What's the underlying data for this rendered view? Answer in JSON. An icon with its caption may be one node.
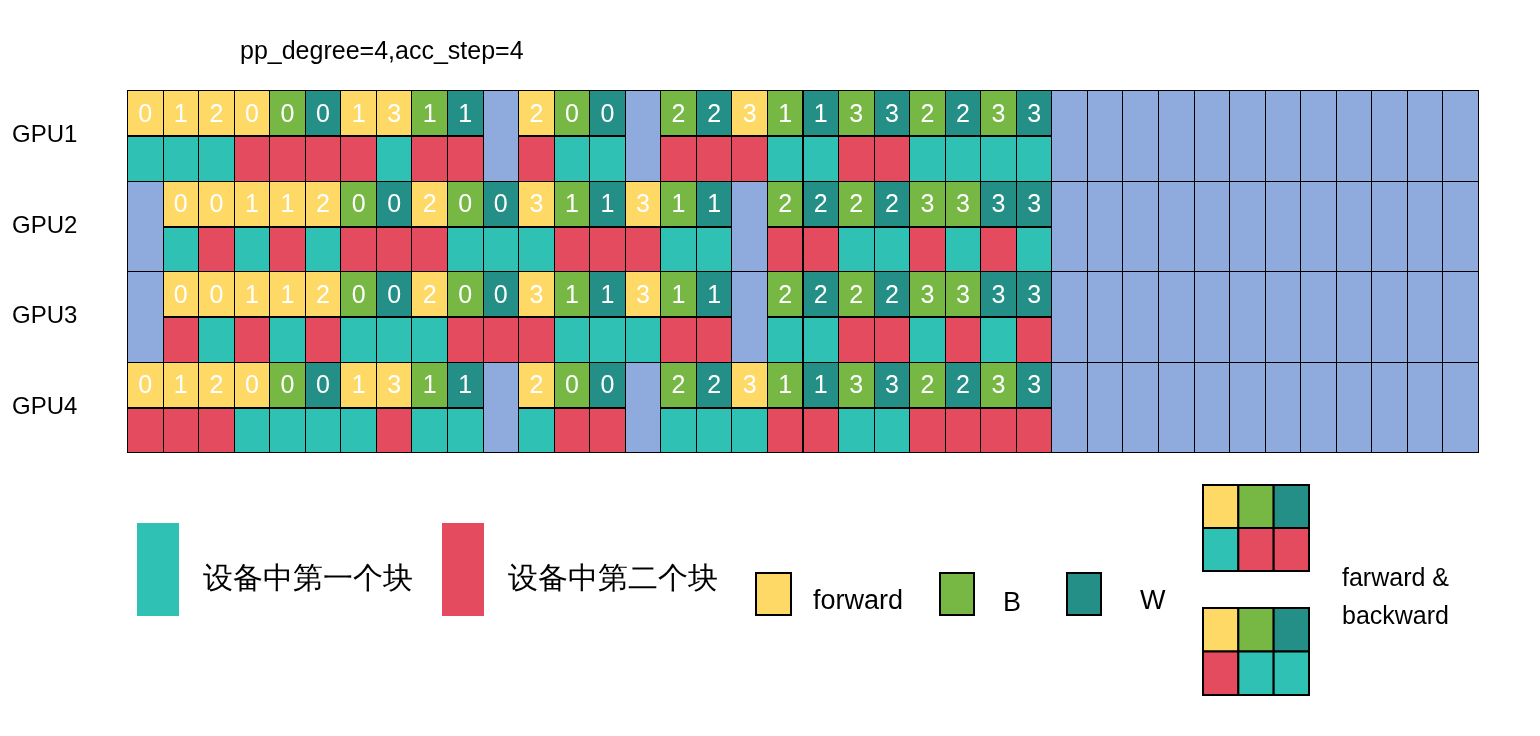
{
  "diagram": {
    "title": "pp_degree=4,acc_step=4",
    "nodes": [
      {
        "text": [
          "GPU1"
        ]
      },
      {
        "text": [
          "0"
        ],
        "in": 0
      },
      {
        "text": [
          "1"
        ],
        "in": 0
      },
      {
        "text": [
          "2"
        ],
        "in": 0
      },
      {
        "text": [
          "0"
        ],
        "in": 0
      },
      {
        "text": [
          "0"
        ],
        "in": 0
      },
      {
        "text": [
          "0"
        ],
        "in": 0
      },
      {
        "text": [
          "1"
        ],
        "in": 0
      },
      {
        "text": [
          "3"
        ],
        "in": 0
      },
      {
        "text": [
          "1"
        ],
        "in": 0
      },
      {
        "text": [
          "1"
        ],
        "in": 0
      },
      {
        "text": [],
        "shape": "box",
        "in": 0
      },
      {
        "text": [
          "2"
        ],
        "in": 0
      },
      {
        "text": [
          "0"
        ],
        "in": 0
      },
      {
        "text": [
          "0"
        ],
        "in": 0
      },
      {
        "text": [],
        "shape": "box",
        "in": 0
      },
      {
        "text": [
          "2"
        ],
        "in": 0
      },
      {
        "text": [
          "2"
        ],
        "in": 0
      },
      {
        "text": [
          "3"
        ],
        "in": 0
      },
      {
        "text": [
          "1"
        ],
        "in": 0
      },
      {
        "text": [
          "1"
        ],
        "in": 0
      },
      {
        "text": [
          "3"
        ],
        "in": 0
      },
      {
        "text": [
          "3"
        ],
        "in": 0
      },
      {
        "text": [
          "2"
        ],
        "in": 0
      },
      {
        "text": [
          "2"
        ],
        "in": 0
      },
      {
        "text": [
          "3"
        ],
        "in": 0
      },
      {
        "text": [
          "3"
        ],
        "in": 0
      },
      {
        "text": [],
        "shape": "box",
        "in": 0
      },
      {
        "text": [],
        "shape": "box",
        "in": 0
      },
      {
        "text": [],
        "shape": "box",
        "in": 0
      },
      {
        "text": [],
        "shape": "box",
        "in": 0
      },
      {
        "text": [],
        "shape": "box",
        "in": 0
      },
      {
        "text": [],
        "shape": "box",
        "in": 0
      },
      {
        "text": [],
        "shape": "box",
        "in": 0
      },
      {
        "text": [],
        "shape": "box",
        "in": 0
      },
      {
        "text": [],
        "shape": "box",
        "in": 0
      },
      {
        "text": [],
        "shape": "box",
        "in": 0
      },
      {
        "text": [],
        "shape": "box",
        "in": 0
      },
      {
        "text": [],
        "shape": "box",
        "in": 0
      },
      {
        "text": [
          "GPU2"
        ]
      },
      {
        "text": [],
        "shape": "box",
        "in": 39
      },
      {
        "text": [
          "0"
        ],
        "in": 39
      },
      {
        "text": [
          "0"
        ],
        "in": 39
      },
      {
        "text": [
          "1"
        ],
        "in": 39
      },
      {
        "text": [
          "1"
        ],
        "in": 39
      },
      {
        "text": [
          "2"
        ],
        "in": 39
      },
      {
        "text": [
          "0"
        ],
        "in": 39
      },
      {
        "text": [
          "0"
        ],
        "in": 39
      },
      {
        "text": [
          "2"
        ],
        "in": 39
      },
      {
        "text": [
          "0"
        ],
        "in": 39
      },
      {
        "text": [
          "0"
        ],
        "in": 39
      },
      {
        "text": [
          "3"
        ],
        "in": 39
      },
      {
        "text": [
          "1"
        ],
        "in": 39
      },
      {
        "text": [
          "1"
        ],
        "in": 39
      },
      {
        "text": [
          "3"
        ],
        "in": 39
      },
      {
        "text": [
          "1"
        ],
        "in": 39
      },
      {
        "text": [
          "1"
        ],
        "in": 39
      },
      {
        "text": [],
        "shape": "box",
        "in": 39
      },
      {
        "text": [
          "2"
        ],
        "in": 39
      },
      {
        "text": [
          "2"
        ],
        "in": 39
      },
      {
        "text": [
          "2"
        ],
        "in": 39
      },
      {
        "text": [
          "2"
        ],
        "in": 39
      },
      {
        "text": [
          "3"
        ],
        "in": 39
      },
      {
        "text": [
          "3"
        ],
        "in": 39
      },
      {
        "text": [
          "3"
        ],
        "in": 39
      },
      {
        "text": [
          "3"
        ],
        "in": 39
      },
      {
        "text": [],
        "shape": "box",
        "in": 39
      },
      {
        "text": [],
        "shape": "box",
        "in": 39
      },
      {
        "text": [],
        "shape": "box",
        "in": 39
      },
      {
        "text": [],
        "shape": "box",
        "in": 39
      },
      {
        "text": [],
        "shape": "box",
        "in": 39
      },
      {
        "text": [],
        "shape": "box",
        "in": 39
      },
      {
        "text": [],
        "shape": "box",
        "in": 39
      },
      {
        "text": [],
        "shape": "box",
        "in": 39
      },
      {
        "text": [],
        "shape": "box",
        "in": 39
      },
      {
        "text": [],
        "shape": "box",
        "in": 39
      },
      {
        "text": [],
        "shape": "box",
        "in": 39
      },
      {
        "text": [],
        "shape": "box",
        "in": 39
      },
      {
        "text": [
          "GPU3"
        ]
      },
      {
        "text": [],
        "shape": "box",
        "in": 78
      },
      {
        "text": [
          "0"
        ],
        "in": 78
      },
      {
        "text": [
          "0"
        ],
        "in": 78
      },
      {
        "text": [
          "1"
        ],
        "in": 78
      },
      {
        "text": [
          "1"
        ],
        "in": 78
      },
      {
        "text": [
          "2"
        ],
        "in": 78
      },
      {
        "text": [
          "0"
        ],
        "in": 78
      },
      {
        "text": [
          "0"
        ],
        "in": 78
      },
      {
        "text": [
          "2"
        ],
        "in": 78
      },
      {
        "text": [
          "0"
        ],
        "in": 78
      },
      {
        "text": [
          "0"
        ],
        "in": 78
      },
      {
        "text": [
          "3"
        ],
        "in": 78
      },
      {
        "text": [
          "1"
        ],
        "in": 78
      },
      {
        "text": [
          "1"
        ],
        "in": 78
      },
      {
        "text": [
          "3"
        ],
        "in": 78
      },
      {
        "text": [
          "1"
        ],
        "in": 78
      },
      {
        "text": [
          "1"
        ],
        "in": 78
      },
      {
        "text": [],
        "shape": "box",
        "in": 78
      },
      {
        "text": [
          "2"
        ],
        "in": 78
      },
      {
        "text": [
          "2"
        ],
        "in": 78
      },
      {
        "text": [
          "2"
        ],
        "in": 78
      },
      {
        "text": [
          "2"
        ],
        "in": 78
      },
      {
        "text": [
          "3"
        ],
        "in": 78
      },
      {
        "text": [
          "3"
        ],
        "in": 78
      },
      {
        "text": [
          "3"
        ],
        "in": 78
      },
      {
        "text": [
          "3"
        ],
        "in": 78
      },
      {
        "text": [],
        "shape": "box",
        "in": 78
      },
      {
        "text": [],
        "shape": "box",
        "in": 78
      },
      {
        "text": [],
        "shape": "box",
        "in": 78
      },
      {
        "text": [],
        "shape": "box",
        "in": 78
      },
      {
        "text": [],
        "shape": "box",
        "in": 78
      },
      {
        "text": [],
        "shape": "box",
        "in": 78
      },
      {
        "text": [],
        "shape": "box",
        "in": 78
      },
      {
        "text": [],
        "shape": "box",
        "in": 78
      },
      {
        "text": [],
        "shape": "box",
        "in": 78
      },
      {
        "text": [],
        "shape": "box",
        "in": 78
      },
      {
        "text": [],
        "shape": "box",
        "in": 78
      },
      {
        "text": [],
        "shape": "box",
        "in": 78
      },
      {
        "text": [
          "GPU4"
        ]
      },
      {
        "text": [
          "0"
        ],
        "in": 117
      },
      {
        "text": [
          "1"
        ],
        "in": 117
      },
      {
        "text": [
          "2"
        ],
        "in": 117
      },
      {
        "text": [
          "0"
        ],
        "in": 117
      },
      {
        "text": [
          "0"
        ],
        "in": 117
      },
      {
        "text": [
          "0"
        ],
        "in": 117
      },
      {
        "text": [
          "1"
        ],
        "in": 117
      },
      {
        "text": [
          "3"
        ],
        "in": 117
      },
      {
        "text": [
          "1"
        ],
        "in": 117
      },
      {
        "text": [
          "1"
        ],
        "in": 117
      },
      {
        "text": [],
        "shape": "box",
        "in": 117
      },
      {
        "text": [
          "2"
        ],
        "in": 117
      },
      {
        "text": [
          "0"
        ],
        "in": 117
      },
      {
        "text": [
          "0"
        ],
        "in": 117
      },
      {
        "text": [],
        "shape": "box",
        "in": 117
      },
      {
        "text": [
          "2"
        ],
        "in": 117
      },
      {
        "text": [
          "2"
        ],
        "in": 117
      },
      {
        "text": [
          "3"
        ],
        "in": 117
      },
      {
        "text": [
          "1"
        ],
        "in": 117
      },
      {
        "text": [
          "1"
        ],
        "in": 117
      },
      {
        "text": [
          "3"
        ],
        "in": 117
      },
      {
        "text": [
          "3"
        ],
        "in": 117
      },
      {
        "text": [
          "2"
        ],
        "in": 117
      },
      {
        "text": [
          "2"
        ],
        "in": 117
      },
      {
        "text": [
          "3"
        ],
        "in": 117
      },
      {
        "text": [
          "3"
        ],
        "in": 117
      },
      {
        "text": [],
        "shape": "box",
        "in": 117
      },
      {
        "text": [],
        "shape": "box",
        "in": 117
      },
      {
        "text": [],
        "shape": "box",
        "in": 117
      },
      {
        "text": [],
        "shape": "box",
        "in": 117
      },
      {
        "text": [],
        "shape": "box",
        "in": 117
      },
      {
        "text": [],
        "shape": "box",
        "in": 117
      },
      {
        "text": [],
        "shape": "box",
        "in": 117
      },
      {
        "text": [],
        "shape": "box",
        "in": 117
      },
      {
        "text": [],
        "shape": "box",
        "in": 117
      },
      {
        "text": [],
        "shape": "box",
        "in": 117
      },
      {
        "text": [],
        "shape": "box",
        "in": 117
      },
      {
        "text": [],
        "shape": "box",
        "in": 117
      }
    ],
    "legend": [
      {
        "text": "设备中第一个块",
        "color": "#2fc1b4"
      },
      {
        "text": "设备中第二个块",
        "color": "#e54b5f"
      },
      {
        "text": "forward",
        "color": "#ffd966"
      },
      {
        "text": "B",
        "color": "#76b843"
      },
      {
        "text": "W",
        "color": "#248f86"
      },
      {
        "text": "farward & backward"
      }
    ]
  }
}
